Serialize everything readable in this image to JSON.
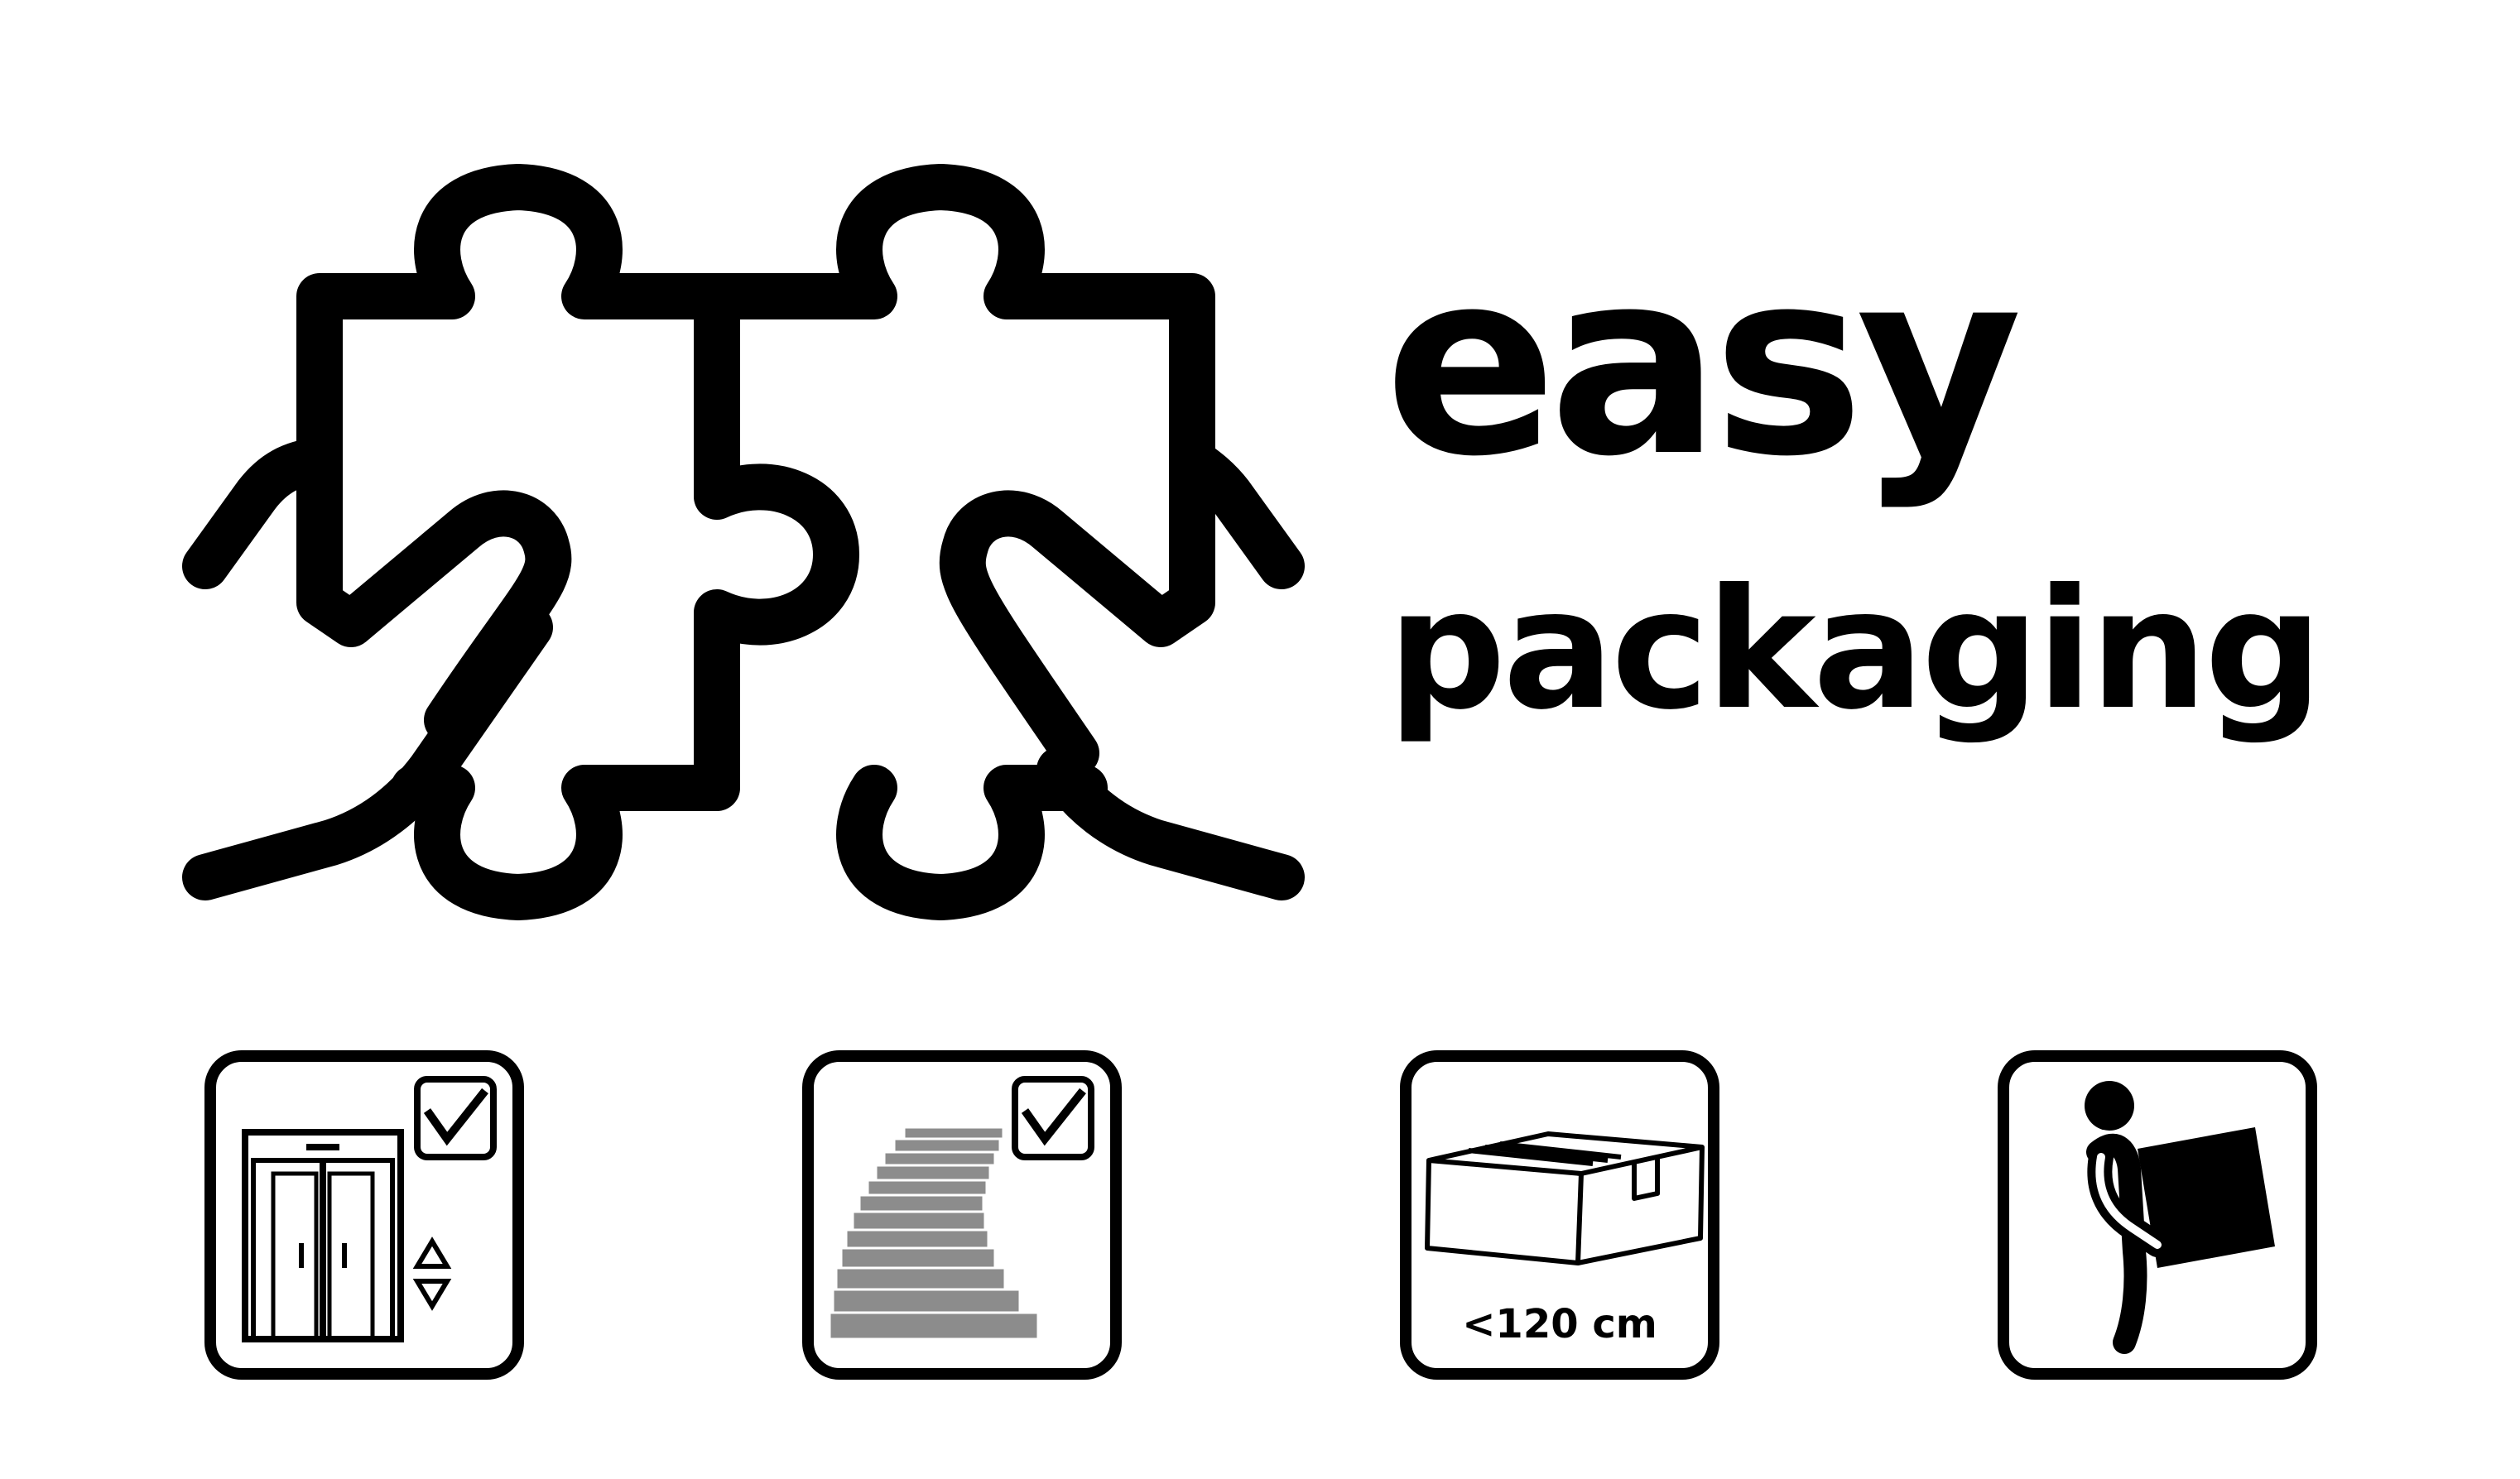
{
  "brand": {
    "headline": "easy",
    "subheadline": "packaging"
  },
  "tiles": [
    {
      "icon": "elevator-check-icon",
      "caption": ""
    },
    {
      "icon": "stairs-check-icon",
      "caption": ""
    },
    {
      "icon": "box-size-icon",
      "caption": "<120 cm"
    },
    {
      "icon": "person-carrying-box-icon",
      "caption": ""
    }
  ],
  "colors": {
    "ink": "#000000",
    "background": "#ffffff",
    "stairs": "#8c8c8c"
  }
}
